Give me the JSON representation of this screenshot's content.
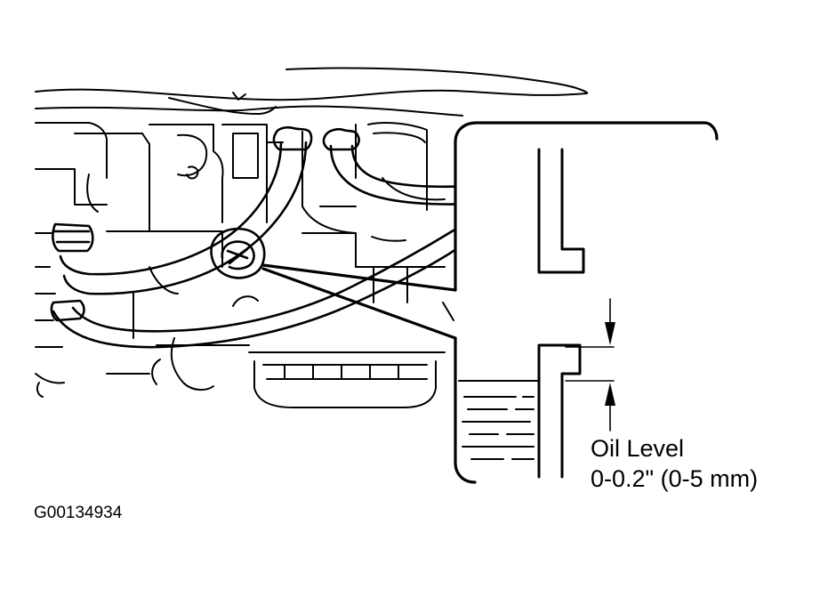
{
  "diagram": {
    "callout": {
      "line1": "Oil Level",
      "line2": "0-0.2\" (0-5 mm)"
    },
    "figure_id": "G00134934",
    "colors": {
      "ink": "#000000",
      "paper": "#ffffff"
    }
  }
}
